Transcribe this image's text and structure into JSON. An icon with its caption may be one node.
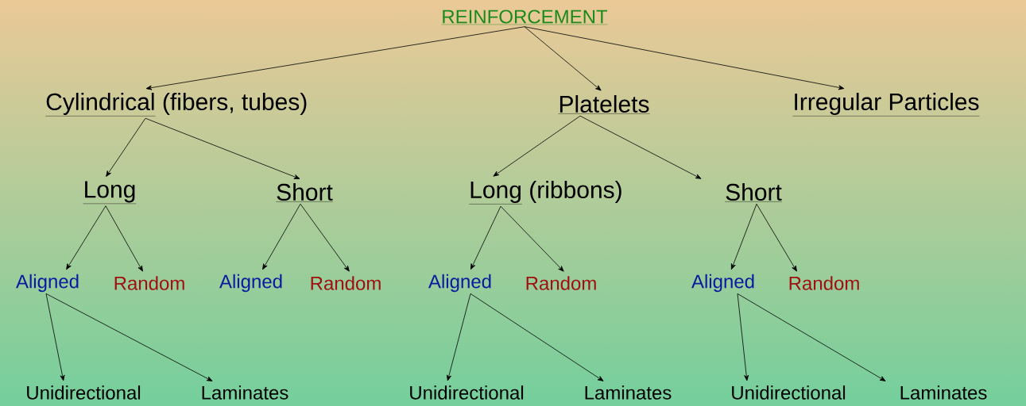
{
  "diagram": {
    "nodes": [
      {
        "text": [
          "REINFORCEMENT"
        ]
      },
      {
        "text": [
          "Cylindrical",
          "(fibers, tubes)"
        ]
      },
      {
        "text": [
          "Platelets"
        ]
      },
      {
        "text": [
          "Irregular Particles"
        ]
      },
      {
        "text": [
          "Long"
        ]
      },
      {
        "text": [
          "Short"
        ]
      },
      {
        "text": [
          "Long",
          "(ribbons)"
        ]
      },
      {
        "text": [
          "Short"
        ]
      },
      {
        "text": [
          "Aligned"
        ]
      },
      {
        "text": [
          "Random"
        ]
      },
      {
        "text": [
          "Aligned"
        ]
      },
      {
        "text": [
          "Random"
        ]
      },
      {
        "text": [
          "Aligned"
        ]
      },
      {
        "text": [
          "Random"
        ]
      },
      {
        "text": [
          "Aligned"
        ]
      },
      {
        "text": [
          "Random"
        ]
      },
      {
        "text": [
          "Unidirectional"
        ]
      },
      {
        "text": [
          "Laminates"
        ]
      },
      {
        "text": [
          "Unidirectional"
        ]
      },
      {
        "text": [
          "Laminates"
        ]
      },
      {
        "text": [
          "Unidirectional"
        ]
      },
      {
        "text": [
          "Laminates"
        ]
      }
    ],
    "edges": [
      {
        "from": 0,
        "to": 1,
        "arrow": "to"
      },
      {
        "from": 0,
        "to": 2,
        "arrow": "to"
      },
      {
        "from": 0,
        "to": 3,
        "arrow": "to"
      },
      {
        "from": 1,
        "to": 4,
        "arrow": "to"
      },
      {
        "from": 1,
        "to": 5,
        "arrow": "to"
      },
      {
        "from": 2,
        "to": 6,
        "arrow": "to"
      },
      {
        "from": 2,
        "to": 7,
        "arrow": "to"
      },
      {
        "from": 4,
        "to": 8,
        "arrow": "to"
      },
      {
        "from": 4,
        "to": 9,
        "arrow": "to"
      },
      {
        "from": 5,
        "to": 10,
        "arrow": "to"
      },
      {
        "from": 5,
        "to": 11,
        "arrow": "to"
      },
      {
        "from": 6,
        "to": 12,
        "arrow": "to"
      },
      {
        "from": 6,
        "to": 13,
        "arrow": "to"
      },
      {
        "from": 7,
        "to": 14,
        "arrow": "to"
      },
      {
        "from": 7,
        "to": 15,
        "arrow": "to"
      },
      {
        "from": 8,
        "to": 16,
        "arrow": "to"
      },
      {
        "from": 8,
        "to": 17,
        "arrow": "to"
      },
      {
        "from": 12,
        "to": 18,
        "arrow": "to"
      },
      {
        "from": 12,
        "to": 19,
        "arrow": "to"
      },
      {
        "from": 14,
        "to": 20,
        "arrow": "to"
      },
      {
        "from": 14,
        "to": 21,
        "arrow": "to"
      }
    ]
  }
}
